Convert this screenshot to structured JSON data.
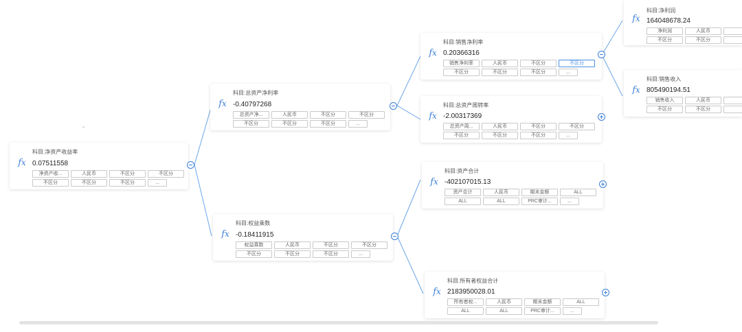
{
  "nodes": [
    {
      "id": "root",
      "subject": "科目:净资产收益率",
      "value": "0.07511558",
      "toggle": "collapse",
      "cells": [
        "净资产收...",
        "人民币",
        "不区分",
        "不区分",
        "不区分",
        "不区分",
        "不区分",
        "..."
      ]
    },
    {
      "id": "n1",
      "subject": "科目:总资产净利率",
      "value": "-0.40797268",
      "toggle": "collapse",
      "cells": [
        "总资产净...",
        "人民币",
        "不区分",
        "不区分",
        "不区分",
        "不区分",
        "不区分",
        "..."
      ]
    },
    {
      "id": "n2",
      "subject": "科目:权益乘数",
      "value": "-0.18411915",
      "toggle": "collapse",
      "cells": [
        "权益乘数",
        "人民币",
        "不区分",
        "不区分",
        "不区分",
        "不区分",
        "不区分",
        "..."
      ]
    },
    {
      "id": "n3",
      "subject": "科目:销售净利率",
      "value": "0.20366316",
      "toggle": "collapse",
      "cells": [
        "销售净利率",
        "人民币",
        "不区分",
        "不区分",
        "不区分",
        "不区分",
        "不区分",
        "..."
      ]
    },
    {
      "id": "n4",
      "subject": "科目:总资产周转率",
      "value": "-2.00317369",
      "toggle": "expand",
      "cells": [
        "总资产周...",
        "人民币",
        "不区分",
        "不区分",
        "不区分",
        "不区分",
        "不区分",
        "..."
      ]
    },
    {
      "id": "n5",
      "subject": "科目:资产合计",
      "value": "-402107015.13",
      "toggle": "expand",
      "cells": [
        "资产合计",
        "人民币",
        "期末金额",
        "ALL",
        "ALL",
        "ALL",
        "PRC审计...",
        "..."
      ]
    },
    {
      "id": "n6",
      "subject": "科目:所有者权益合计",
      "value": "2183950028.01",
      "toggle": "expand",
      "cells": [
        "所有者权...",
        "人民币",
        "期末金额",
        "ALL",
        "ALL",
        "ALL",
        "PRC审计...",
        "..."
      ]
    },
    {
      "id": "n7",
      "subject": "科目:净利润",
      "value": "164048678.24",
      "toggle": "none",
      "cells": [
        "净利润",
        "人民币",
        "",
        "不区分",
        "不区分",
        ""
      ]
    },
    {
      "id": "n8",
      "subject": "科目:销售收入",
      "value": "805490194.51",
      "toggle": "none",
      "cells": [
        "销售收入",
        "人民币",
        "",
        "不区分",
        "不区分",
        ""
      ]
    }
  ],
  "icons": {
    "formula": "fx-icon",
    "collapse": "minus-circle-icon",
    "expand": "plus-circle-icon"
  },
  "colors": {
    "accent": "#3a7fd5",
    "connector": "#6aa5e8"
  }
}
